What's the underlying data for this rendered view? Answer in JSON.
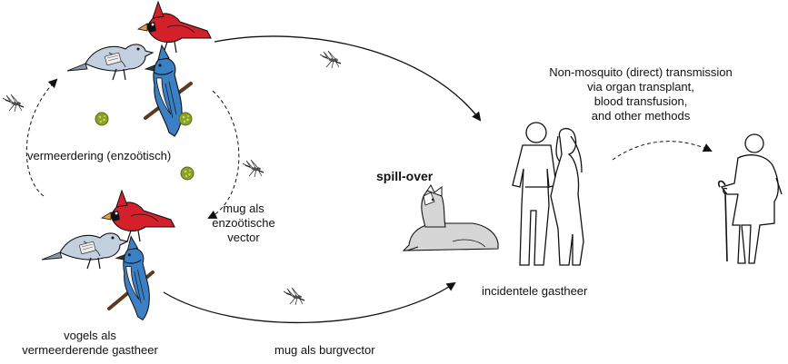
{
  "labels": {
    "amplification": "vermeerdering (enzoötisch)",
    "enzootic_vector": [
      "mug als",
      "enzoötische",
      "vector"
    ],
    "amplifying_host": [
      "vogels als",
      "vermeerderende gastheer"
    ],
    "bridge_vector": "mug als burgvector",
    "spillover": "spill-over",
    "incidental_host": "incidentele gastheer",
    "non_mosquito": [
      "Non-mosquito (direct) transmission",
      "via organ transplant,",
      "blood transfusion,",
      "and other methods"
    ]
  },
  "icons": [
    "cardinal-icon",
    "blue-jay-icon",
    "pigeon-icon",
    "mosquito-icon",
    "virus-particle-icon",
    "horse-icon",
    "human-couple-icon",
    "elderly-person-icon"
  ],
  "colors": {
    "cardinal": "#d3202a",
    "bluejay": "#3b7fc4",
    "pigeon": "#b9c6d8",
    "virus": "#8aa12a",
    "line": "#111111"
  }
}
